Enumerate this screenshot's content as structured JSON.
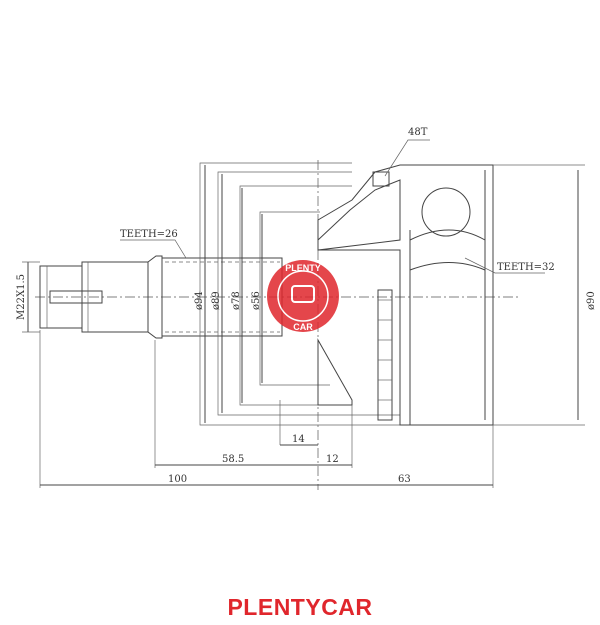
{
  "drawing": {
    "labels": {
      "teeth_outer": "48T",
      "teeth_shaft": "TEETH=26",
      "teeth_inner": "TEETH=32",
      "thread": "M22X1.5",
      "d94": "ø94",
      "d89": "ø89",
      "d78": "ø78",
      "d56": "ø56",
      "d90": "ø90",
      "len14": "14",
      "len58_5": "58.5",
      "len12": "12",
      "len100": "100",
      "len63": "63"
    },
    "watermark": {
      "top": "PLENTY",
      "bottom": "CAR"
    },
    "colors": {
      "brand": "#e0262c",
      "line": "#444444"
    }
  },
  "brand": "PLENTYCAR"
}
